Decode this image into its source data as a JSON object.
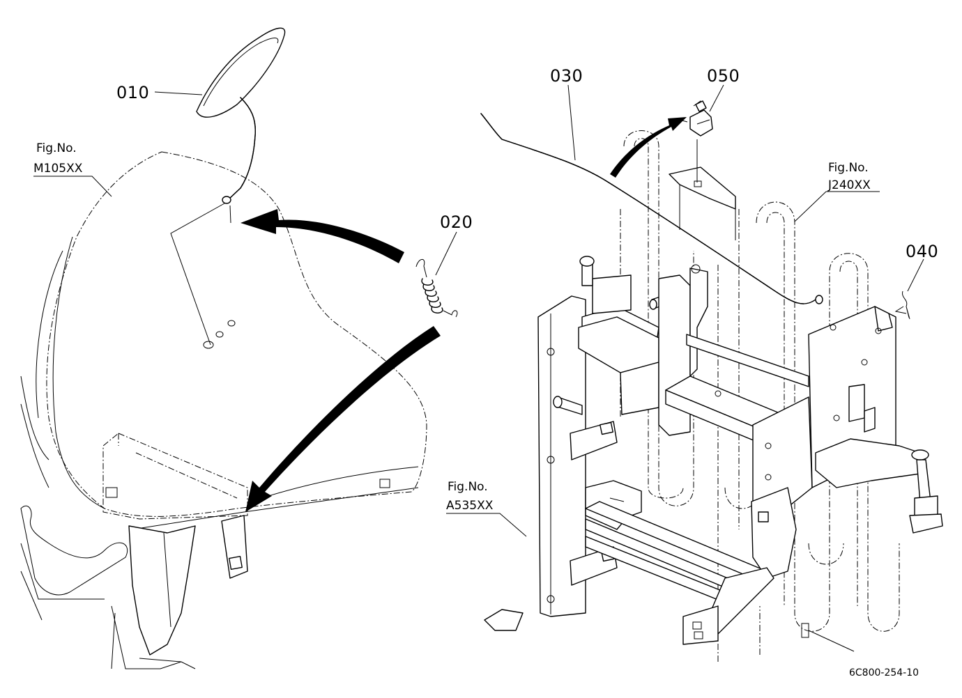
{
  "figure_code": "6C800-254-10",
  "parts": [
    {
      "id": "010",
      "label": "010"
    },
    {
      "id": "020",
      "label": "020"
    },
    {
      "id": "030",
      "label": "030"
    },
    {
      "id": "040",
      "label": "040"
    },
    {
      "id": "050",
      "label": "050"
    }
  ],
  "references": [
    {
      "id": "m105",
      "title": "Fig.No.",
      "code": "M105XX"
    },
    {
      "id": "j240",
      "title": "Fig.No.",
      "code": "J240XX"
    },
    {
      "id": "a535",
      "title": "Fig.No.",
      "code": "A535XX"
    }
  ]
}
